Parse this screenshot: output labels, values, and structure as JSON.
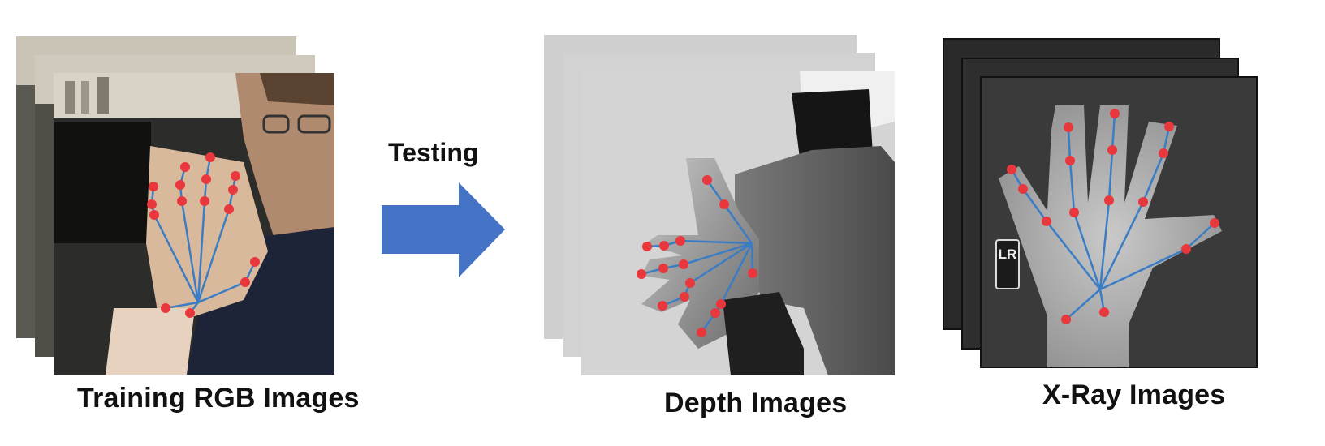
{
  "arrow": {
    "label": "Testing",
    "color": "#4472C4"
  },
  "panels": {
    "rgb": {
      "caption": "Training RGB Images"
    },
    "depth": {
      "caption": "Depth Images"
    },
    "xray": {
      "caption": "X-Ray Images",
      "marker_text": "LR"
    }
  },
  "colors": {
    "joint": "#E8383D",
    "bone_line": "#3B7DC4"
  }
}
